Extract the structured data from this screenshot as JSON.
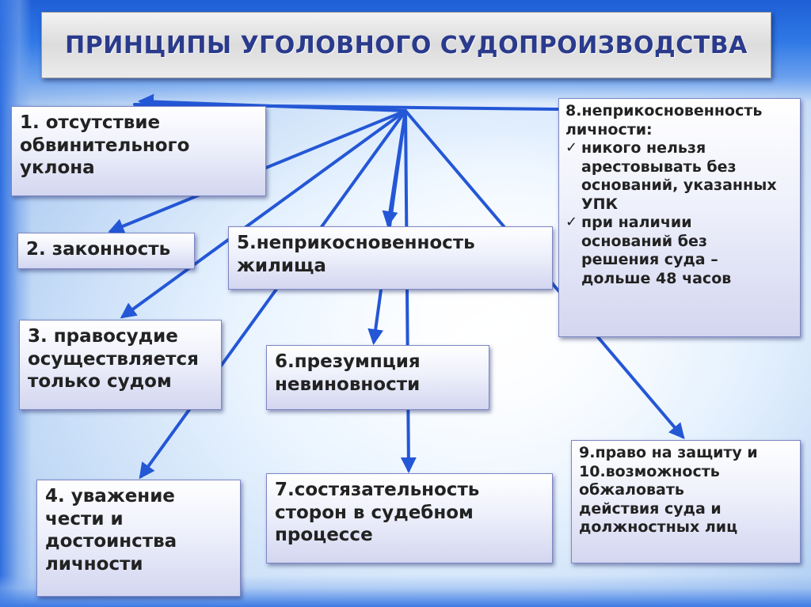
{
  "title": "ПРИНЦИПЫ УГОЛОВНОГО СУДОПРОИЗВОДСТВА",
  "principles": [
    {
      "id": "p1",
      "text": "1. отсутствие\nобвинительного\nуклона"
    },
    {
      "id": "p2",
      "text": "2. законность"
    },
    {
      "id": "p3",
      "text": "3. правосудие\nосуществляется\nтолько судом"
    },
    {
      "id": "p4",
      "text": "4. уважение\nчести и\nдостоинства\nличности"
    },
    {
      "id": "p5",
      "text": "5.неприкосновенность\nжилища"
    },
    {
      "id": "p6",
      "text": "6.презумпция\nневиновности"
    },
    {
      "id": "p7",
      "text": "7.состязательность\nсторон в судебном\nпроцессе"
    },
    {
      "id": "p8",
      "heading": "8.неприкосновенность\nличности:",
      "subpoints": [
        "никого нельзя\nарестовывать без\nоснований, указанных\nУПК",
        "при наличии\nоснований без\nрешения суда –\nдольше 48 часов"
      ],
      "check_glyph": "✓"
    },
    {
      "id": "p9",
      "text": "9.право на защиту и\n10.возможность\nобжаловать\nдействия суда и\nдолжностных лиц"
    }
  ],
  "colors": {
    "arrow": "#2457d6",
    "title_text": "#2a3a8c",
    "box_border": "#7d86c4"
  }
}
